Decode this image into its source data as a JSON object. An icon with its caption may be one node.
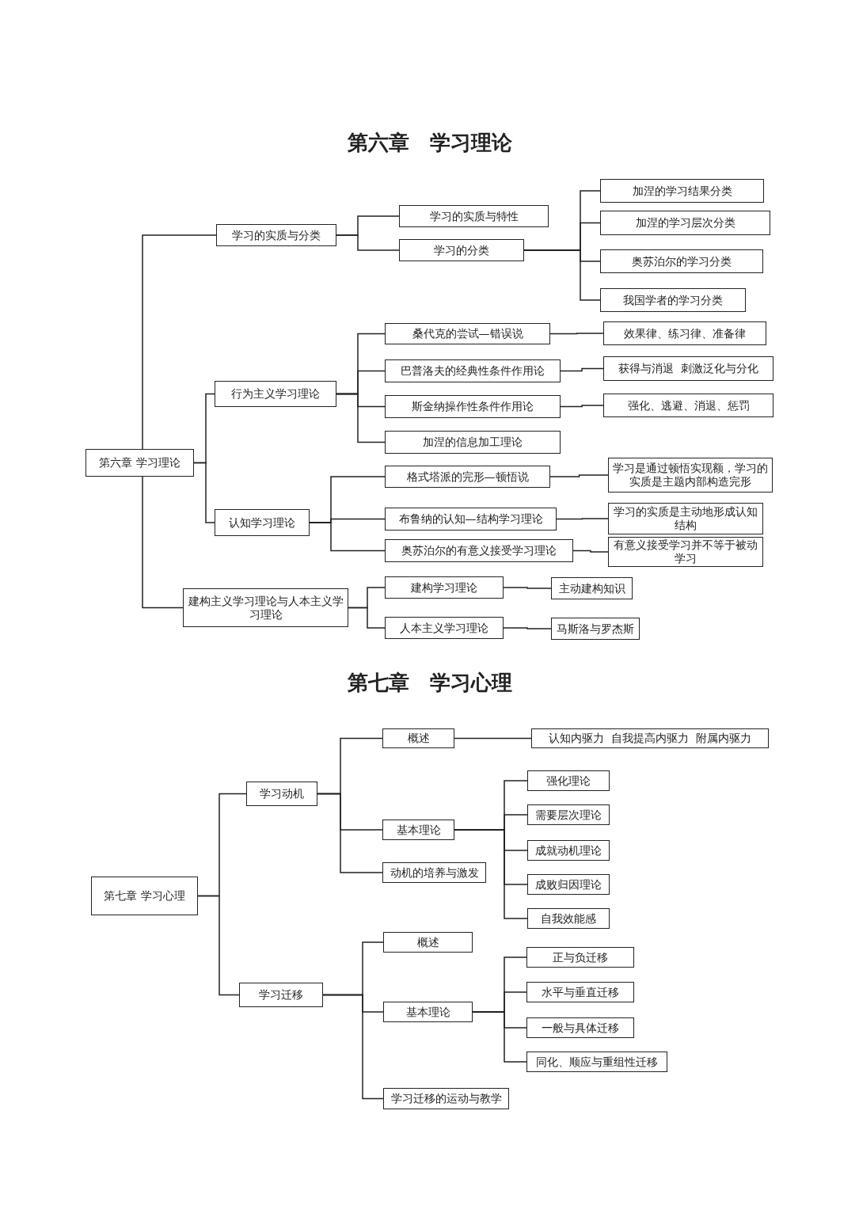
{
  "diagram": {
    "title": "第六章　学习理论",
    "nodes": [
      {
        "text": [
          "第六章 学习理论"
        ]
      },
      {
        "text": [
          "学习的实质与分类"
        ]
      },
      {
        "text": [
          "学习的实质与特性"
        ]
      },
      {
        "text": [
          "学习的分类"
        ]
      },
      {
        "text": [
          "加涅的学习结果分类"
        ]
      },
      {
        "text": [
          "加涅的学习层次分类"
        ]
      },
      {
        "text": [
          "奥苏泊尔的学习分类"
        ]
      },
      {
        "text": [
          "我国学者的学习分类"
        ]
      },
      {
        "text": [
          "行为主义学习理论"
        ]
      },
      {
        "text": [
          "桑代克的尝试—错误说"
        ]
      },
      {
        "text": [
          "效果律、练习律、准备律"
        ]
      },
      {
        "text": [
          "巴普洛夫的经典性条件作用论"
        ]
      },
      {
        "text": [
          "获得与消退  刺激泛化与分化"
        ]
      },
      {
        "text": [
          "斯金纳操作性条件作用论"
        ]
      },
      {
        "text": [
          "强化、逃避、消退、惩罚"
        ]
      },
      {
        "text": [
          "加涅的信息加工理论"
        ]
      },
      {
        "text": [
          "认知学习理论"
        ]
      },
      {
        "text": [
          "格式塔派的完形—顿悟说"
        ]
      },
      {
        "text": [
          "学习是通过顿悟实现额，学习的实质是主题内部构造完形"
        ]
      },
      {
        "text": [
          "布鲁纳的认知—结构学习理论"
        ]
      },
      {
        "text": [
          "学习的实质是主动地形成认知结构"
        ]
      },
      {
        "text": [
          "奥苏泊尔的有意义接受学习理论"
        ]
      },
      {
        "text": [
          "有意义接受学习并不等于被动学习"
        ]
      },
      {
        "text": [
          "建构主义学习理论与人本主义学习理论"
        ]
      },
      {
        "text": [
          "建构学习理论"
        ]
      },
      {
        "text": [
          "主动建构知识"
        ]
      },
      {
        "text": [
          "人本主义学习理论"
        ]
      },
      {
        "text": [
          "马斯洛与罗杰斯"
        ]
      },
      {
        "text": [
          "第七章 学习心理"
        ]
      },
      {
        "text": [
          "学习动机"
        ]
      },
      {
        "text": [
          "概述"
        ]
      },
      {
        "text": [
          "认知内驱力  自我提高内驱力  附属内驱力"
        ]
      },
      {
        "text": [
          "基本理论"
        ]
      },
      {
        "text": [
          "强化理论"
        ]
      },
      {
        "text": [
          "需要层次理论"
        ]
      },
      {
        "text": [
          "成就动机理论"
        ]
      },
      {
        "text": [
          "成败归因理论"
        ]
      },
      {
        "text": [
          "自我效能感"
        ]
      },
      {
        "text": [
          "动机的培养与激发"
        ]
      },
      {
        "text": [
          "学习迁移"
        ]
      },
      {
        "text": [
          "概述"
        ]
      },
      {
        "text": [
          "基本理论"
        ]
      },
      {
        "text": [
          "正与负迁移"
        ]
      },
      {
        "text": [
          "水平与垂直迁移"
        ]
      },
      {
        "text": [
          "一般与具体迁移"
        ]
      },
      {
        "text": [
          "同化、顺应与重组性迁移"
        ]
      },
      {
        "text": [
          "学习迁移的运动与教学"
        ]
      }
    ],
    "edges": [
      {
        "from": 0,
        "to": 1,
        "arrow": "none"
      },
      {
        "from": 0,
        "to": 8,
        "arrow": "none"
      },
      {
        "from": 0,
        "to": 16,
        "arrow": "none"
      },
      {
        "from": 0,
        "to": 23,
        "arrow": "none"
      },
      {
        "from": 1,
        "to": 2,
        "arrow": "none"
      },
      {
        "from": 1,
        "to": 3,
        "arrow": "none"
      },
      {
        "from": 3,
        "to": 4,
        "arrow": "none"
      },
      {
        "from": 3,
        "to": 5,
        "arrow": "none"
      },
      {
        "from": 3,
        "to": 6,
        "arrow": "none"
      },
      {
        "from": 3,
        "to": 7,
        "arrow": "none"
      },
      {
        "from": 8,
        "to": 9,
        "arrow": "none"
      },
      {
        "from": 8,
        "to": 11,
        "arrow": "none"
      },
      {
        "from": 8,
        "to": 13,
        "arrow": "none"
      },
      {
        "from": 8,
        "to": 15,
        "arrow": "none"
      },
      {
        "from": 9,
        "to": 10,
        "arrow": "none"
      },
      {
        "from": 11,
        "to": 12,
        "arrow": "none"
      },
      {
        "from": 13,
        "to": 14,
        "arrow": "none"
      },
      {
        "from": 16,
        "to": 17,
        "arrow": "none"
      },
      {
        "from": 16,
        "to": 19,
        "arrow": "none"
      },
      {
        "from": 16,
        "to": 21,
        "arrow": "none"
      },
      {
        "from": 17,
        "to": 18,
        "arrow": "none"
      },
      {
        "from": 19,
        "to": 20,
        "arrow": "none"
      },
      {
        "from": 21,
        "to": 22,
        "arrow": "none"
      },
      {
        "from": 23,
        "to": 24,
        "arrow": "none"
      },
      {
        "from": 23,
        "to": 26,
        "arrow": "none"
      },
      {
        "from": 24,
        "to": 25,
        "arrow": "none"
      },
      {
        "from": 26,
        "to": 27,
        "arrow": "none"
      },
      {
        "from": 28,
        "to": 29,
        "arrow": "none"
      },
      {
        "from": 28,
        "to": 39,
        "arrow": "none"
      },
      {
        "from": 29,
        "to": 30,
        "arrow": "none"
      },
      {
        "from": 29,
        "to": 32,
        "arrow": "none"
      },
      {
        "from": 29,
        "to": 38,
        "arrow": "none"
      },
      {
        "from": 30,
        "to": 31,
        "arrow": "none"
      },
      {
        "from": 32,
        "to": 33,
        "arrow": "none"
      },
      {
        "from": 32,
        "to": 34,
        "arrow": "none"
      },
      {
        "from": 32,
        "to": 35,
        "arrow": "none"
      },
      {
        "from": 32,
        "to": 36,
        "arrow": "none"
      },
      {
        "from": 32,
        "to": 37,
        "arrow": "none"
      },
      {
        "from": 39,
        "to": 40,
        "arrow": "none"
      },
      {
        "from": 39,
        "to": 41,
        "arrow": "none"
      },
      {
        "from": 39,
        "to": 46,
        "arrow": "none"
      },
      {
        "from": 41,
        "to": 42,
        "arrow": "none"
      },
      {
        "from": 41,
        "to": 43,
        "arrow": "none"
      },
      {
        "from": 41,
        "to": 44,
        "arrow": "none"
      },
      {
        "from": 41,
        "to": 45,
        "arrow": "none"
      }
    ],
    "labels": [
      "第七章　学习心理"
    ]
  }
}
